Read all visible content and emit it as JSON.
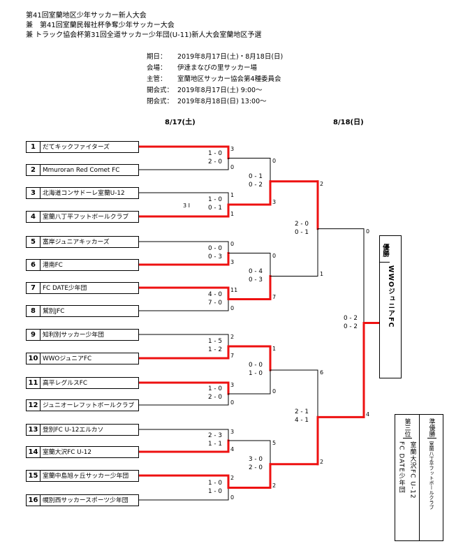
{
  "header": {
    "title1": "第41回室蘭地区少年サッカー新人大会",
    "title2": "兼　第41回室蘭民報社杯争奪少年サッカー大会",
    "title3": "兼 トラック協会杯第31回全道サッカー少年団(U-11)新人大会室蘭地区予選"
  },
  "info": {
    "period_label": "期日：",
    "period": "2019年8月17日(土)・8月18日(日)",
    "venue_label": "会場：",
    "venue": "伊達まなびの里サッカー場",
    "host_label": "主管：",
    "host": "室蘭地区サッカー協会第4種委員会",
    "open1_label": "開会式：",
    "open1": "2019年8月17日(土) 9:00〜",
    "open2_label": "閉会式：",
    "open2": "2019年8月18日(日) 13:00〜"
  },
  "dates": {
    "day1": "8/17(土)",
    "day2": "8/18(日)"
  },
  "teams": [
    {
      "no": "1",
      "name": "だてキックファイターズ"
    },
    {
      "no": "2",
      "name": "Mmuroran Red Comet FC"
    },
    {
      "no": "3",
      "name": "北海道コンサドーレ室蘭U-12"
    },
    {
      "no": "4",
      "name": "室蘭八丁平フットボールクラブ"
    },
    {
      "no": "5",
      "name": "富岸ジュニアキッカーズ"
    },
    {
      "no": "6",
      "name": "港南FC"
    },
    {
      "no": "7",
      "name": "FC DATE少年団"
    },
    {
      "no": "8",
      "name": "鷲別JFC"
    },
    {
      "no": "9",
      "name": "知利別サッカー少年団"
    },
    {
      "no": "10",
      "name": "WWOジュニアFC"
    },
    {
      "no": "11",
      "name": "高平レグルスFC"
    },
    {
      "no": "12",
      "name": "ジュニオーレフットボールクラブ"
    },
    {
      "no": "13",
      "name": "登別FC U-12エルカソ"
    },
    {
      "no": "14",
      "name": "室蘭大沢FC U-12"
    },
    {
      "no": "15",
      "name": "室蘭中島旭ヶ丘サッカー少年団"
    },
    {
      "no": "16",
      "name": "幌別西サッカースポーツ少年団"
    }
  ],
  "r1": [
    {
      "s1": "1 - 0",
      "s2": "2 - 0",
      "a": "3",
      "b": "0",
      "pre": ""
    },
    {
      "s1": "1 - 0",
      "s2": "0 - 1",
      "a": "1",
      "b": "1",
      "pre": "3 I"
    },
    {
      "s1": "0 - 0",
      "s2": "0 - 3",
      "a": "0",
      "b": "3",
      "pre": ""
    },
    {
      "s1": "4 - 0",
      "s2": "7 - 0",
      "a": "11",
      "b": "0",
      "pre": ""
    },
    {
      "s1": "1 - 5",
      "s2": "1 - 2",
      "a": "2",
      "b": "7",
      "pre": ""
    },
    {
      "s1": "1 - 0",
      "s2": "2 - 0",
      "a": "3",
      "b": "0",
      "pre": ""
    },
    {
      "s1": "2 - 3",
      "s2": "1 - 1",
      "a": "3",
      "b": "4",
      "pre": ""
    },
    {
      "s1": "1 - 0",
      "s2": "1 - 0",
      "a": "2",
      "b": "0",
      "pre": ""
    }
  ],
  "r2": [
    {
      "s1": "0 - 1",
      "s2": "0 - 2",
      "a": "0",
      "b": "3"
    },
    {
      "s1": "0 - 4",
      "s2": "0 - 3",
      "a": "0",
      "b": "7"
    },
    {
      "s1": "0 - 0",
      "s2": "1 - 0",
      "a": "1",
      "b": "0"
    },
    {
      "s1": "3 - 0",
      "s2": "2 - 0",
      "a": "5",
      "b": "2"
    }
  ],
  "r3": [
    {
      "s1": "2 - 0",
      "s2": "0 - 1",
      "a": "2",
      "b": "1"
    },
    {
      "s1": "2 - 1",
      "s2": "4 - 1",
      "a": "6",
      "b": "2"
    }
  ],
  "final": {
    "s1": "0 - 2",
    "s2": "0 - 2",
    "a": "0",
    "b": "4"
  },
  "winner": {
    "label": "優勝",
    "team": "WWOジュニアFC"
  },
  "runner_up": {
    "label": "準優勝",
    "team": "室蘭八丁平フットボールクラブ"
  },
  "third": {
    "label": "第三位",
    "team1": "室蘭大沢FC U-12",
    "team2": "FC DATE少年団"
  },
  "colors": {
    "win": "#ee1111",
    "line": "#000000"
  }
}
